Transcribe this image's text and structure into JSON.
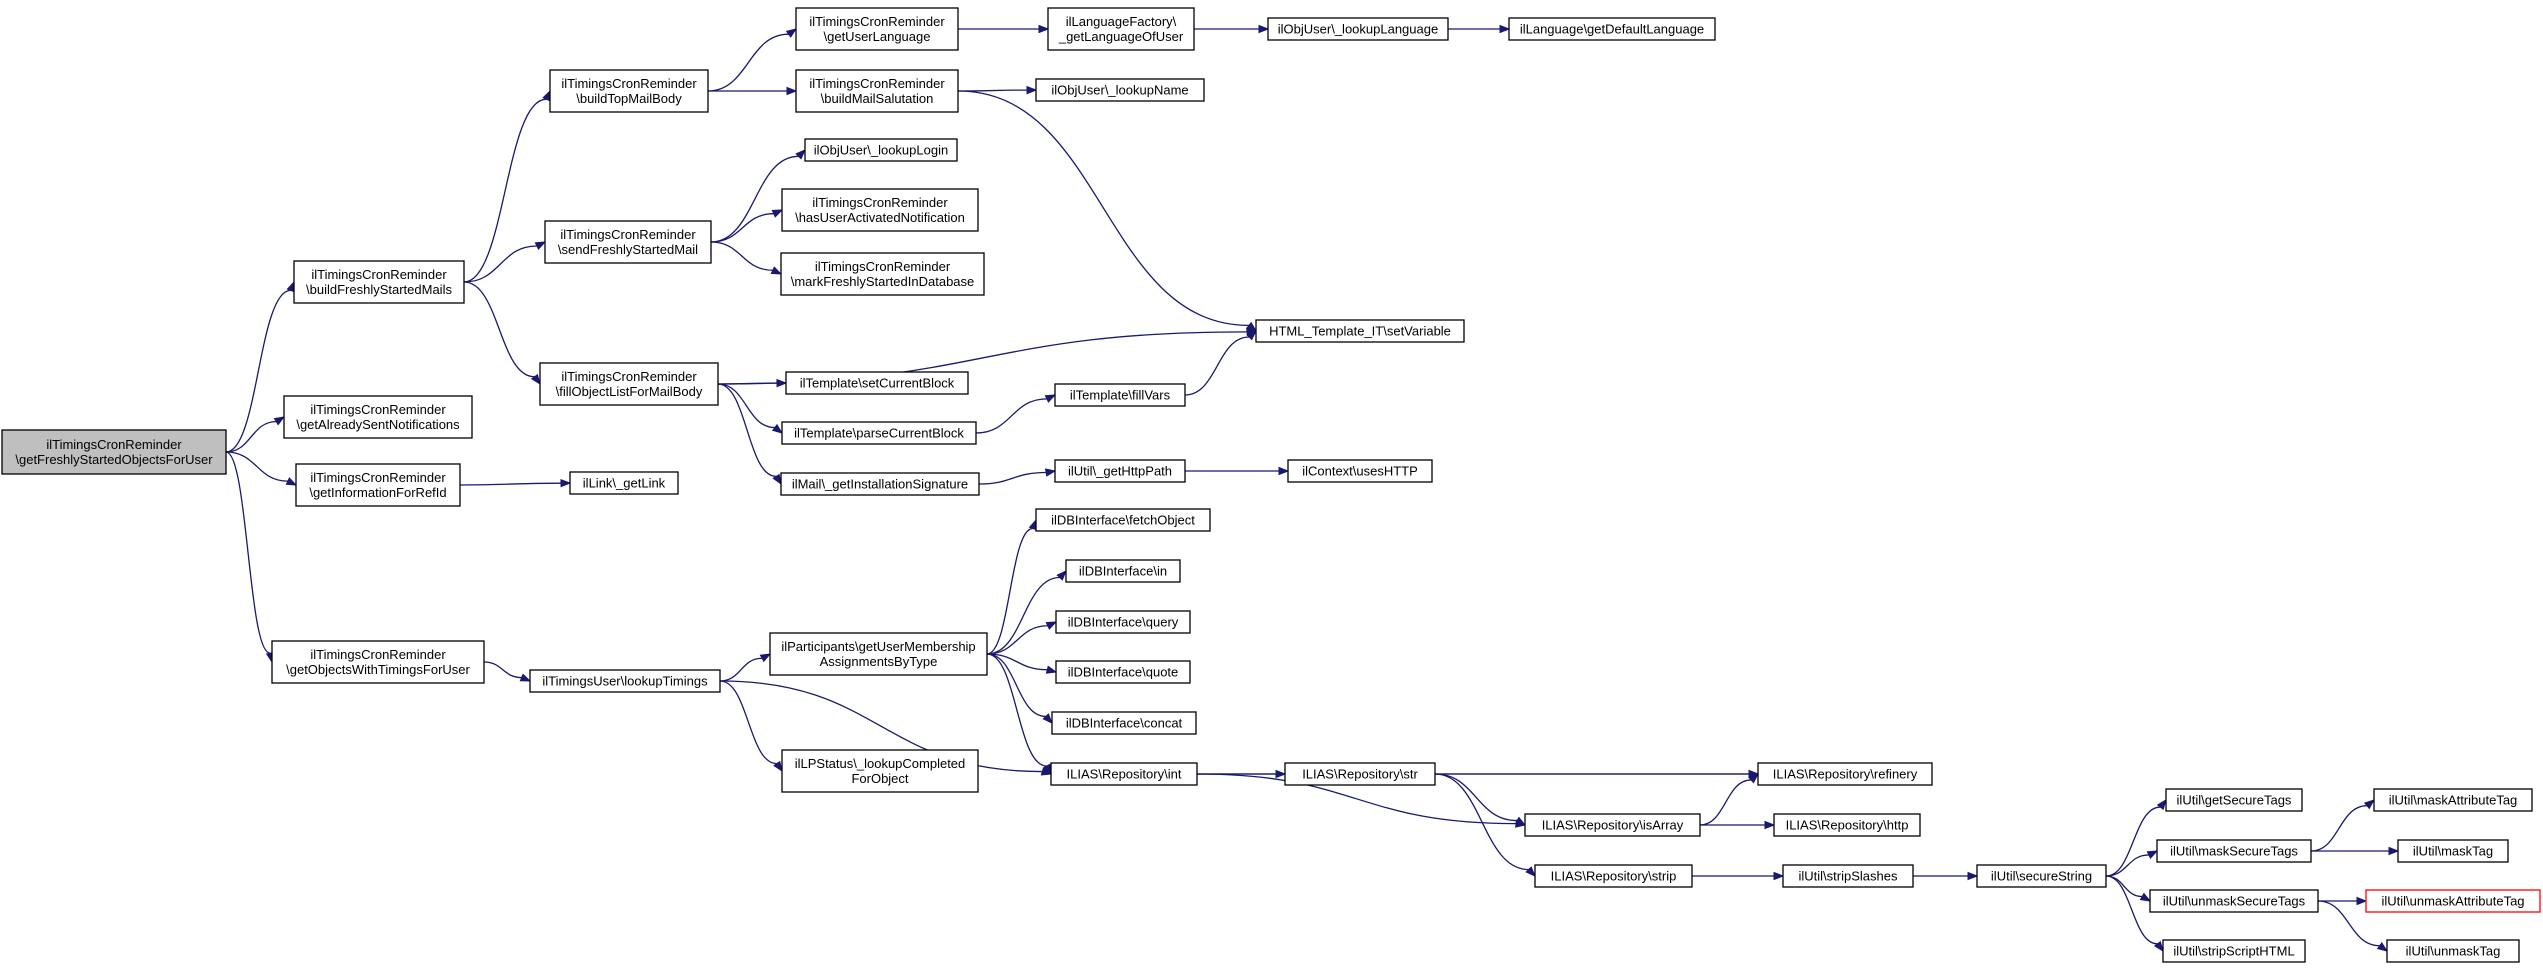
{
  "diagram": {
    "type": "call-graph",
    "colors": {
      "edge": "#191970",
      "root_fill": "#bfbfbf",
      "node_border": "#000000",
      "truncated_border": "#ff0000"
    },
    "nodes": [
      {
        "id": "root",
        "lines": [
          "ilTimingsCronReminder",
          "\\getFreshlyStartedObjectsForUser"
        ],
        "style": "root"
      },
      {
        "id": "bfsm",
        "lines": [
          "ilTimingsCronReminder",
          "\\buildFreshlyStartedMails"
        ]
      },
      {
        "id": "gasn",
        "lines": [
          "ilTimingsCronReminder",
          "\\getAlreadySentNotifications"
        ]
      },
      {
        "id": "gifr",
        "lines": [
          "ilTimingsCronReminder",
          "\\getInformationForRefId"
        ]
      },
      {
        "id": "gowt",
        "lines": [
          "ilTimingsCronReminder",
          "\\getObjectsWithTimingsForUser"
        ]
      },
      {
        "id": "btmb",
        "lines": [
          "ilTimingsCronReminder",
          "\\buildTopMailBody"
        ]
      },
      {
        "id": "sfsm",
        "lines": [
          "ilTimingsCronReminder",
          "\\sendFreshlyStartedMail"
        ]
      },
      {
        "id": "fol",
        "lines": [
          "ilTimingsCronReminder",
          "\\fillObjectListForMailBody"
        ]
      },
      {
        "id": "getlink",
        "lines": [
          "ilLink\\_getLink"
        ]
      },
      {
        "id": "lookupt",
        "lines": [
          "ilTimingsUser\\lookupTimings"
        ]
      },
      {
        "id": "gul",
        "lines": [
          "ilTimingsCronReminder",
          "\\getUserLanguage"
        ]
      },
      {
        "id": "bms",
        "lines": [
          "ilTimingsCronReminder",
          "\\buildMailSalutation"
        ]
      },
      {
        "id": "lookuplogin",
        "lines": [
          "ilObjUser\\_lookupLogin"
        ]
      },
      {
        "id": "huan",
        "lines": [
          "ilTimingsCronReminder",
          "\\hasUserActivatedNotification"
        ]
      },
      {
        "id": "mfsd",
        "lines": [
          "ilTimingsCronReminder",
          "\\markFreshlyStartedInDatabase"
        ]
      },
      {
        "id": "setcb",
        "lines": [
          "ilTemplate\\setCurrentBlock"
        ]
      },
      {
        "id": "parsecb",
        "lines": [
          "ilTemplate\\parseCurrentBlock"
        ]
      },
      {
        "id": "instsig",
        "lines": [
          "ilMail\\_getInstallationSignature"
        ]
      },
      {
        "id": "gumat",
        "lines": [
          "ilParticipants\\getUserMembership",
          "AssignmentsByType"
        ]
      },
      {
        "id": "lpstatus",
        "lines": [
          "ilLPStatus\\_lookupCompleted",
          "ForObject"
        ]
      },
      {
        "id": "langfac",
        "lines": [
          "ilLanguageFactory\\",
          "_getLanguageOfUser"
        ]
      },
      {
        "id": "lookupname",
        "lines": [
          "ilObjUser\\_lookupName"
        ]
      },
      {
        "id": "fillvars",
        "lines": [
          "ilTemplate\\fillVars"
        ]
      },
      {
        "id": "httppath",
        "lines": [
          "ilUtil\\_getHttpPath"
        ]
      },
      {
        "id": "fetchobj",
        "lines": [
          "ilDBInterface\\fetchObject"
        ]
      },
      {
        "id": "dbin",
        "lines": [
          "ilDBInterface\\in"
        ]
      },
      {
        "id": "dbquery",
        "lines": [
          "ilDBInterface\\query"
        ]
      },
      {
        "id": "dbquote",
        "lines": [
          "ilDBInterface\\quote"
        ]
      },
      {
        "id": "dbconcat",
        "lines": [
          "ilDBInterface\\concat"
        ]
      },
      {
        "id": "repoint",
        "lines": [
          "ILIAS\\Repository\\int"
        ]
      },
      {
        "id": "lookuplang",
        "lines": [
          "ilObjUser\\_lookupLanguage"
        ]
      },
      {
        "id": "setvar",
        "lines": [
          "HTML_Template_IT\\setVariable"
        ]
      },
      {
        "id": "useshttp",
        "lines": [
          "ilContext\\usesHTTP"
        ]
      },
      {
        "id": "repostr",
        "lines": [
          "ILIAS\\Repository\\str"
        ]
      },
      {
        "id": "defaultlang",
        "lines": [
          "ilLanguage\\getDefaultLanguage"
        ]
      },
      {
        "id": "refinery",
        "lines": [
          "ILIAS\\Repository\\refinery"
        ]
      },
      {
        "id": "isarray",
        "lines": [
          "ILIAS\\Repository\\isArray"
        ]
      },
      {
        "id": "repostrip",
        "lines": [
          "ILIAS\\Repository\\strip"
        ]
      },
      {
        "id": "repohttp",
        "lines": [
          "ILIAS\\Repository\\http"
        ]
      },
      {
        "id": "stripslashes",
        "lines": [
          "ilUtil\\stripSlashes"
        ]
      },
      {
        "id": "securestring",
        "lines": [
          "ilUtil\\secureString"
        ]
      },
      {
        "id": "getsecuretags",
        "lines": [
          "ilUtil\\getSecureTags"
        ]
      },
      {
        "id": "masksecuretags",
        "lines": [
          "ilUtil\\maskSecureTags"
        ]
      },
      {
        "id": "unmasksecuretags",
        "lines": [
          "ilUtil\\unmaskSecureTags"
        ]
      },
      {
        "id": "stripscripthtml",
        "lines": [
          "ilUtil\\stripScriptHTML"
        ]
      },
      {
        "id": "maskattrtag",
        "lines": [
          "ilUtil\\maskAttributeTag"
        ]
      },
      {
        "id": "masktag",
        "lines": [
          "ilUtil\\maskTag"
        ]
      },
      {
        "id": "unmaskattrtag",
        "lines": [
          "ilUtil\\unmaskAttributeTag"
        ],
        "style": "truncated"
      },
      {
        "id": "unmasktag",
        "lines": [
          "ilUtil\\unmaskTag"
        ]
      }
    ],
    "edges": [
      [
        "root",
        "bfsm"
      ],
      [
        "root",
        "gasn"
      ],
      [
        "root",
        "gifr"
      ],
      [
        "root",
        "gowt"
      ],
      [
        "bfsm",
        "btmb"
      ],
      [
        "bfsm",
        "sfsm"
      ],
      [
        "bfsm",
        "fol"
      ],
      [
        "gifr",
        "getlink"
      ],
      [
        "gowt",
        "lookupt"
      ],
      [
        "btmb",
        "gul"
      ],
      [
        "btmb",
        "bms"
      ],
      [
        "sfsm",
        "lookuplogin"
      ],
      [
        "sfsm",
        "huan"
      ],
      [
        "sfsm",
        "mfsd"
      ],
      [
        "fol",
        "setvar"
      ],
      [
        "fol",
        "setcb"
      ],
      [
        "fol",
        "parsecb"
      ],
      [
        "fol",
        "instsig"
      ],
      [
        "lookupt",
        "gumat"
      ],
      [
        "lookupt",
        "repoint"
      ],
      [
        "lookupt",
        "lpstatus"
      ],
      [
        "gul",
        "langfac"
      ],
      [
        "bms",
        "lookupname"
      ],
      [
        "bms",
        "setvar"
      ],
      [
        "parsecb",
        "fillvars"
      ],
      [
        "fillvars",
        "setvar"
      ],
      [
        "instsig",
        "httppath"
      ],
      [
        "gumat",
        "fetchobj"
      ],
      [
        "gumat",
        "dbin"
      ],
      [
        "gumat",
        "dbquery"
      ],
      [
        "gumat",
        "dbquote"
      ],
      [
        "gumat",
        "dbconcat"
      ],
      [
        "gumat",
        "repoint"
      ],
      [
        "langfac",
        "lookuplang"
      ],
      [
        "lookuplang",
        "defaultlang"
      ],
      [
        "httppath",
        "useshttp"
      ],
      [
        "repoint",
        "refinery"
      ],
      [
        "repoint",
        "repostr"
      ],
      [
        "repoint",
        "isarray"
      ],
      [
        "repostr",
        "refinery"
      ],
      [
        "repostr",
        "isarray"
      ],
      [
        "repostr",
        "repostrip"
      ],
      [
        "isarray",
        "refinery"
      ],
      [
        "isarray",
        "repohttp"
      ],
      [
        "repostrip",
        "stripslashes"
      ],
      [
        "stripslashes",
        "securestring"
      ],
      [
        "securestring",
        "getsecuretags"
      ],
      [
        "securestring",
        "masksecuretags"
      ],
      [
        "securestring",
        "unmasksecuretags"
      ],
      [
        "securestring",
        "stripscripthtml"
      ],
      [
        "masksecuretags",
        "maskattrtag"
      ],
      [
        "masksecuretags",
        "masktag"
      ],
      [
        "unmasksecuretags",
        "unmaskattrtag"
      ],
      [
        "unmasksecuretags",
        "unmasktag"
      ]
    ]
  }
}
